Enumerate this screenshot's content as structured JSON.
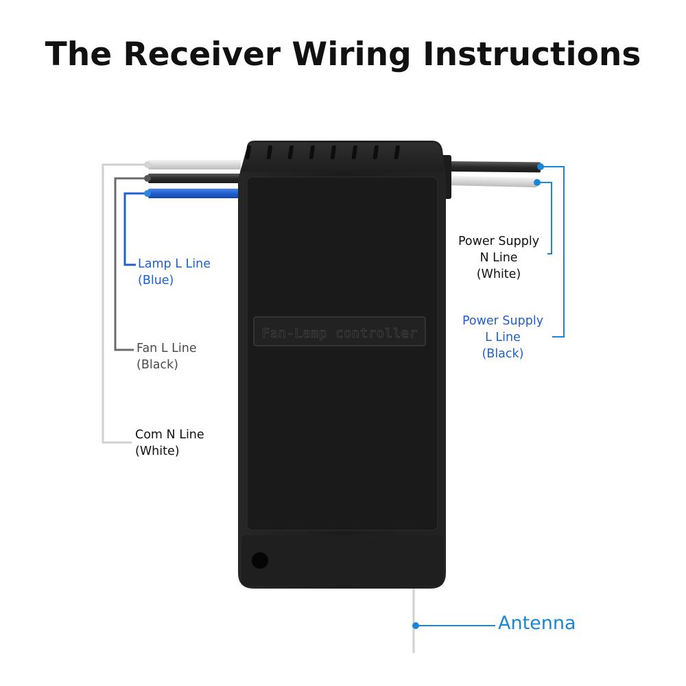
{
  "title": "The Receiver Wiring Instructions",
  "device_label": "Fan-Lamp controller",
  "labels": {
    "lamp_l_line": {
      "line1": "Lamp L Line",
      "line2": "(Blue)"
    },
    "fan_l_line": {
      "line1": "Fan L Line",
      "line2": "(Black)"
    },
    "com_n_line": {
      "line1": "Com N Line",
      "line2": "(White)"
    },
    "power_supply_n_line": {
      "line1": "Power Supply",
      "line2": "N Line",
      "line3": "(White)"
    },
    "power_supply_l_line": {
      "line1": "Power Supply",
      "line2": "L Line",
      "line3": "(Black)"
    },
    "antenna": "Antenna"
  },
  "colors": {
    "blue_wire": "#1f5fcf",
    "black_wire": "#333333",
    "white_wire": "#e2e2e2",
    "leader_blue": "#1a86d6",
    "device_body": "#1b1b1b"
  }
}
